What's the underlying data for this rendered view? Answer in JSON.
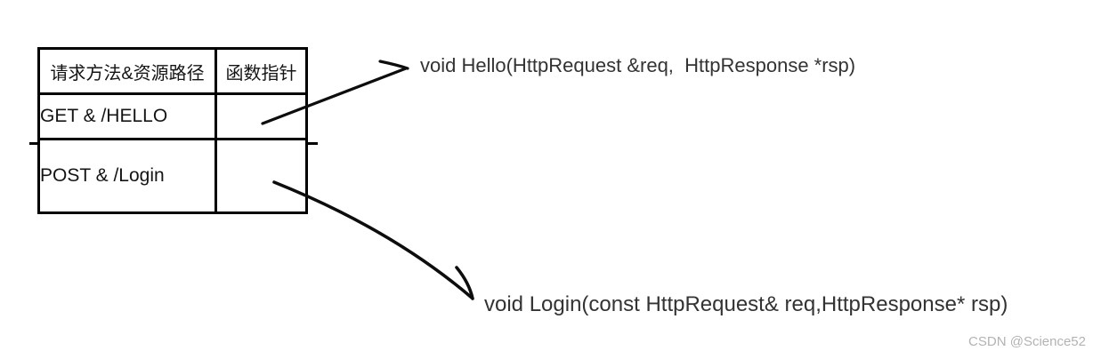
{
  "page": {
    "background": "#ffffff",
    "watermark": "CSDN @Science52"
  },
  "colors": {
    "table_border": "#000000",
    "table_text": "#141414",
    "arrow_line": "#0d0d0d",
    "signature_text": "#333333",
    "watermark_text": "#b3b3b3"
  },
  "table": {
    "headers": [
      {
        "label": "请求方法&资源路径"
      },
      {
        "label": "函数指针"
      }
    ],
    "rows": [
      {
        "route": "GET & /HELLO",
        "pointer": ""
      },
      {
        "route": "POST & /Login",
        "pointer": ""
      }
    ]
  },
  "annotations": {
    "hello_signature": "void Hello(HttpRequest &req,  HttpResponse *rsp)",
    "login_signature": "void Login(const HttpRequest& req,HttpResponse* rsp)"
  }
}
